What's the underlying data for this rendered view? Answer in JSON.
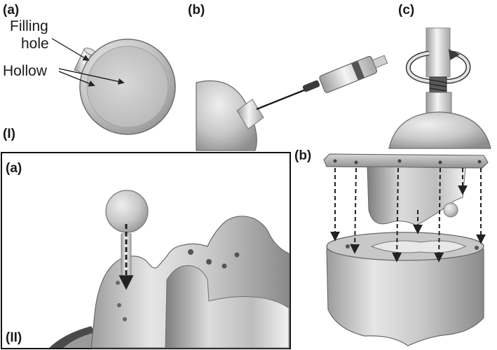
{
  "part_I": {
    "label": "(I)",
    "panel_a": {
      "label": "(a)",
      "annotations": [
        "Filling",
        "hole",
        "Hollow"
      ]
    },
    "panel_b": {
      "label": "(b)"
    },
    "panel_c": {
      "label": "(c)"
    }
  },
  "part_II": {
    "label": "(II)",
    "panel_a": {
      "label": "(a)"
    },
    "panel_b": {
      "label": "(b)"
    }
  },
  "colors": {
    "sphere": "#bdbdbd",
    "arrow": "#2a2a2a",
    "frame": "#111111"
  }
}
